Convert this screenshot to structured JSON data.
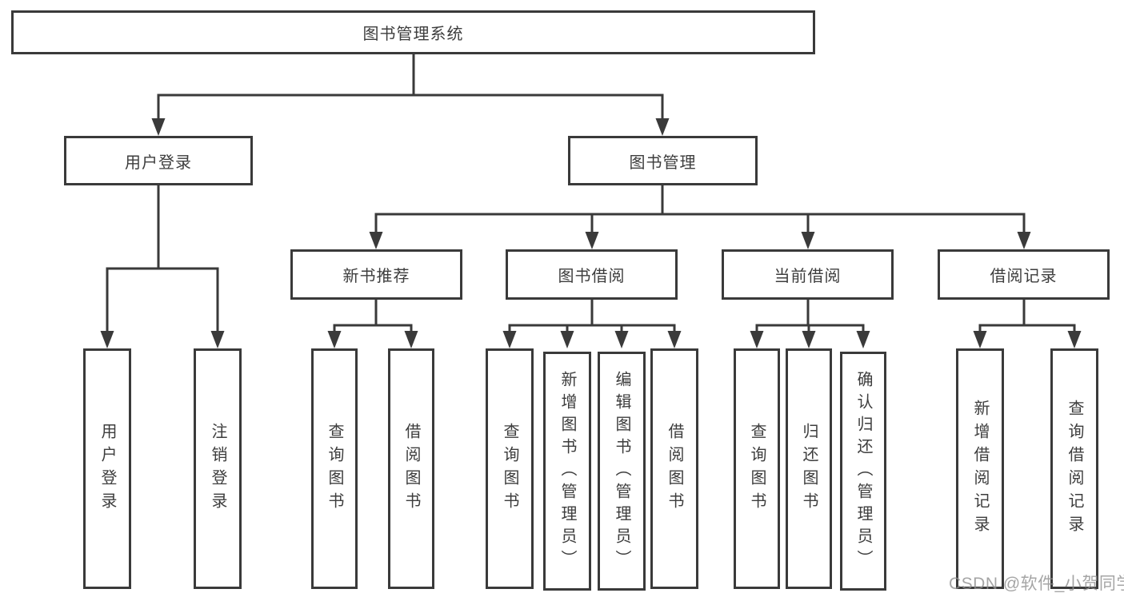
{
  "diagram": {
    "title": "图书管理系统",
    "nodes": {
      "root": "图书管理系统",
      "user_login": "用户登录",
      "book_management": "图书管理",
      "new_book_recommend": "新书推荐",
      "book_borrowing": "图书借阅",
      "current_borrowing": "当前借阅",
      "borrow_records": "借阅记录",
      "leaf_user_login": "用户登录",
      "leaf_logout": "注销登录",
      "leaf_query_books_1": "查询图书",
      "leaf_borrow_books_1": "借阅图书",
      "leaf_query_books_2": "查询图书",
      "leaf_add_book_admin": "新增图书（管理员）",
      "leaf_edit_book_admin": "编辑图书（管理员）",
      "leaf_borrow_books_2": "借阅图书",
      "leaf_query_books_3": "查询图书",
      "leaf_return_books": "归还图书",
      "leaf_confirm_return_admin": "确认归还（管理员）",
      "leaf_add_borrow_record": "新增借阅记录",
      "leaf_query_borrow_record": "查询借阅记录"
    },
    "colors": {
      "line": "#3a3a3a",
      "box_border": "#3a3a3a",
      "text": "#3d3d3d",
      "background": "#ffffff",
      "watermark": "#8f8f8f"
    },
    "watermark": "CSDN @软件_小贺同学"
  }
}
